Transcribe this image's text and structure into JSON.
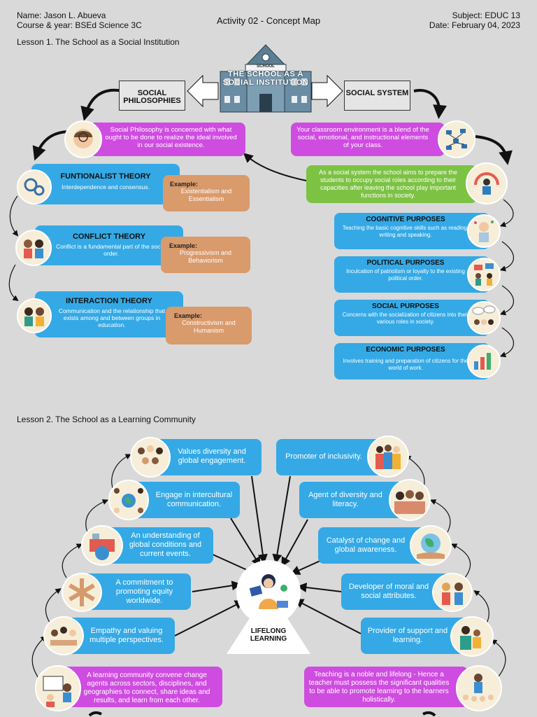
{
  "header": {
    "name": "Name: Jason L. Abueva",
    "course": "Course & year: BSEd Science 3C",
    "activity": "Activity 02 - Concept Map",
    "subject": "Subject: EDUC 13",
    "date": "Date: February 04, 2023"
  },
  "lesson1": {
    "heading": "Lesson 1. The School as a Social Institution",
    "center_title": "THE SCHOOL AS A SOCIAL INSTITUTION",
    "school_sign": "SCHOOL",
    "left_label": "SOCIAL PHILOSOPHIES",
    "right_label": "SOCIAL SYSTEM",
    "philosophy_def": "Social Philosophy is concerned with what ought to be done to realize the ideal involved in our social existence.",
    "system_def": "Your classroom environment is a blend of the social, emotional, and instructional elements of your class.",
    "system_aim": "As a social system the school aims to prepare the students to occupy social roles according to their capacities after leaving the school play important functions in society.",
    "theories": [
      {
        "title": "FUNTIONALIST THEORY",
        "desc": "Interdependence and consensus.",
        "ex_label": "Example:",
        "example": "Existentialism and Essentialism"
      },
      {
        "title": "CONFLICT THEORY",
        "desc": "Conflict is a fundamental part of the social order.",
        "ex_label": "Example:",
        "example": "Progressivism and Behaviorism"
      },
      {
        "title": "INTERACTION THEORY",
        "desc": "Communication and the relationship that exists among and between groups in education.",
        "ex_label": "Example:",
        "example": "Constructivism and Humanism"
      }
    ],
    "purposes": [
      {
        "title": "COGNITIVE PURPOSES",
        "desc": "Teaching the basic cognitive skills such as reading, writing and speaking."
      },
      {
        "title": "POLITICAL PURPOSES",
        "desc": "Inculcation of patriotism or loyalty to the existing political order."
      },
      {
        "title": "SOCIAL PURPOSES",
        "desc": "Concerns with the socialization of citizens into their various roles in society."
      },
      {
        "title": "ECONOMIC PURPOSES",
        "desc": "Involves training and preparation of citizens for the world of work."
      }
    ]
  },
  "lesson2": {
    "heading": "Lesson 2. The School as a Learning Community",
    "center": "LIFELONG LEARNING",
    "left": [
      "Values diversity and global engagement.",
      "Engage in intercultural communication.",
      "An understanding of global conditions and current events.",
      "A commitment to promoting equity worldwide.",
      "Empathy and valuing multiple perspectives."
    ],
    "right": [
      "Promoter of inclusivity.",
      "Agent of diversity and literacy.",
      "Catalyst of change and global awareness.",
      "Developer of moral and social attributes.",
      "Provider of support and learning."
    ],
    "left_def": "A learning community convene change agents across sectors, disciplines, and geographies to connect, share ideas and results, and learn from each other.",
    "right_def": "Teaching is a noble and lifelong - Hence a teacher must possess the significant qualities to be able to promote learning to the learners holistically."
  },
  "colors": {
    "blue": "#34a9e6",
    "pink": "#cf4ce0",
    "green": "#7cc243",
    "orange": "#d99a6c",
    "background": "#d9d9d9"
  },
  "icons": [
    "school-building-icon",
    "thinking-head-icon",
    "network-icon",
    "people-icon",
    "globe-icon",
    "teacher-reading-icon"
  ]
}
